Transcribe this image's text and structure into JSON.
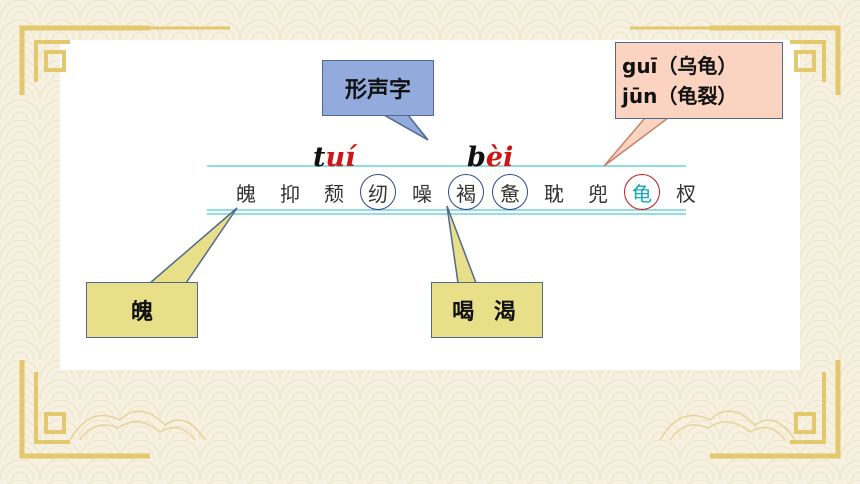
{
  "callouts": {
    "phono_semantic": "形声字",
    "gui_line1": "guī（乌龟）",
    "gui_line2": "jūn（龟裂）",
    "left_answer": "魄",
    "mid_answer": "喝 渴"
  },
  "pinyin": [
    {
      "first": "t",
      "rest": "uí"
    },
    {
      "first": "b",
      "rest": "èi"
    }
  ],
  "characters": [
    "魄",
    "抑",
    "颓",
    "纫",
    "噪",
    "褐",
    "惫",
    "耽",
    "兜",
    "龟",
    "杈"
  ],
  "colors": {
    "background": "#f7f1e1",
    "callout_blue": "#92abdc",
    "callout_peach": "#fbd4c1",
    "callout_yellow": "#e8df88",
    "rule_line": "#6fd3df",
    "circle": "#2d4a86",
    "circle_red": "#c21a1a",
    "accent_red": "#d01515",
    "gold": "#e3c86d"
  }
}
